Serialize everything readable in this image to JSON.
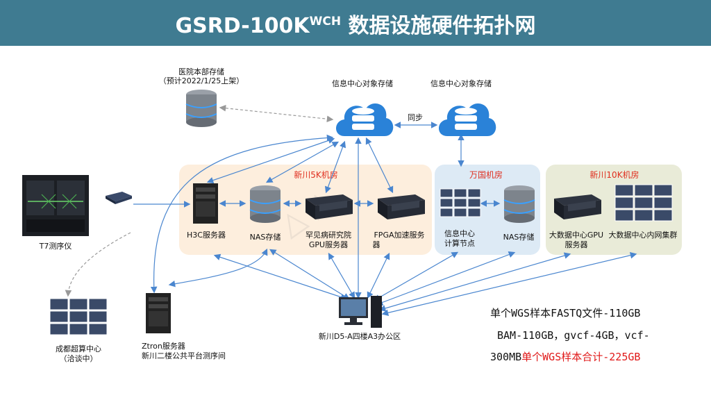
{
  "header": {
    "title_main": "GSRD-100K",
    "title_sup": "WCH",
    "title_rest": " 数据设施硬件拓扑网"
  },
  "rooms": {
    "xinchuan5k": "新川5K机房",
    "wanguo": "万国机房",
    "xinchuan10k": "新川10K机房"
  },
  "nodes": {
    "hospital_storage": {
      "line1": "医院本部存储",
      "line2": "（预计2022/1/25上架）"
    },
    "obj_storage_1": "信息中心对象存储",
    "obj_storage_2": "信息中心对象存储",
    "sync_label": "同步",
    "t7": "T7测序仪",
    "h3c": "H3C服务器",
    "nas_5k": "NAS存储",
    "rare_gpu": {
      "line1": "罕见病研究院",
      "line2": "GPU服务器"
    },
    "fpga": {
      "line1": "FPGA加速服务",
      "line2": "器"
    },
    "info_compute": {
      "line1": "信息中心",
      "line2": "计算节点"
    },
    "nas_wanguo": "NAS存储",
    "bigdata_gpu": {
      "line1": "大数据中心GPU",
      "line2": "服务器"
    },
    "bigdata_cluster": "大数据中心内网集群",
    "chengdu": {
      "line1": "成都超算中心",
      "line2": "（洽谈中）"
    },
    "ztron": {
      "line1": "Ztron服务器",
      "line2": "新川二楼公共平台测序间"
    },
    "office": "新川D5-A四楼A3办公区"
  },
  "notes": {
    "line1": "单个WGS样本FASTQ文件-110GB",
    "line2": "BAM-110GB，gvcf-4GB，vcf-",
    "line3_black": "300MB",
    "line3_red": "单个WGS样本合计-225GB"
  },
  "colors": {
    "header": "#3f7b91",
    "room_5k": "#fdeedd",
    "room_wanguo": "#ddeaf5",
    "room_10k": "#e9ebd8",
    "accent_red": "#e03020",
    "wire": "#4a86cf"
  },
  "icons": [
    "cloud-database-icon",
    "database-icon",
    "server-tower-icon",
    "rack-server-icon",
    "cluster-icon",
    "sequencer-icon",
    "desktop-pc-icon",
    "network-switch-icon"
  ]
}
